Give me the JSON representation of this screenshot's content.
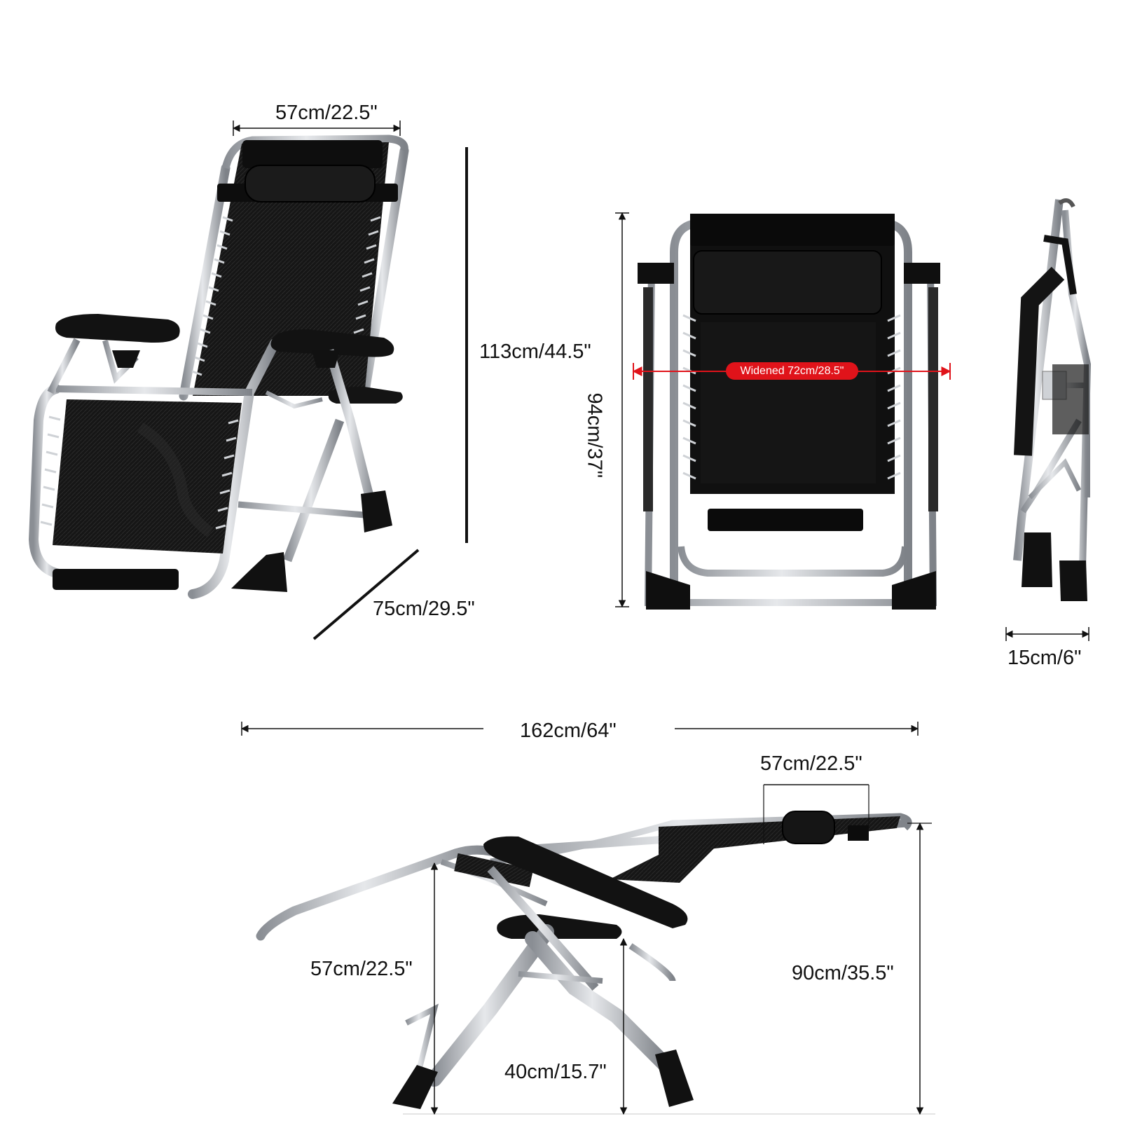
{
  "colors": {
    "background": "#ffffff",
    "frame": "#b8bcc2",
    "fabric": "#141414",
    "dimension_line": "#111111",
    "callout": "#e0131a",
    "callout_text": "#ffffff"
  },
  "panels": {
    "front_view": {
      "width_label": "57cm/22.5\"",
      "height_label": "113cm/44.5\"",
      "depth_label": "75cm/29.5\""
    },
    "folded_front_view": {
      "height_label": "94cm/37\"",
      "width_callout": "Widened 72cm/28.5\""
    },
    "folded_side_view": {
      "thickness_label": "15cm/6\""
    },
    "reclined_side_view": {
      "length_label": "162cm/64\"",
      "headrest_label": "57cm/22.5\"",
      "arm_height_label": "57cm/22.5\"",
      "seat_height_label": "40cm/15.7\"",
      "total_height_label": "90cm/35.5\""
    }
  }
}
